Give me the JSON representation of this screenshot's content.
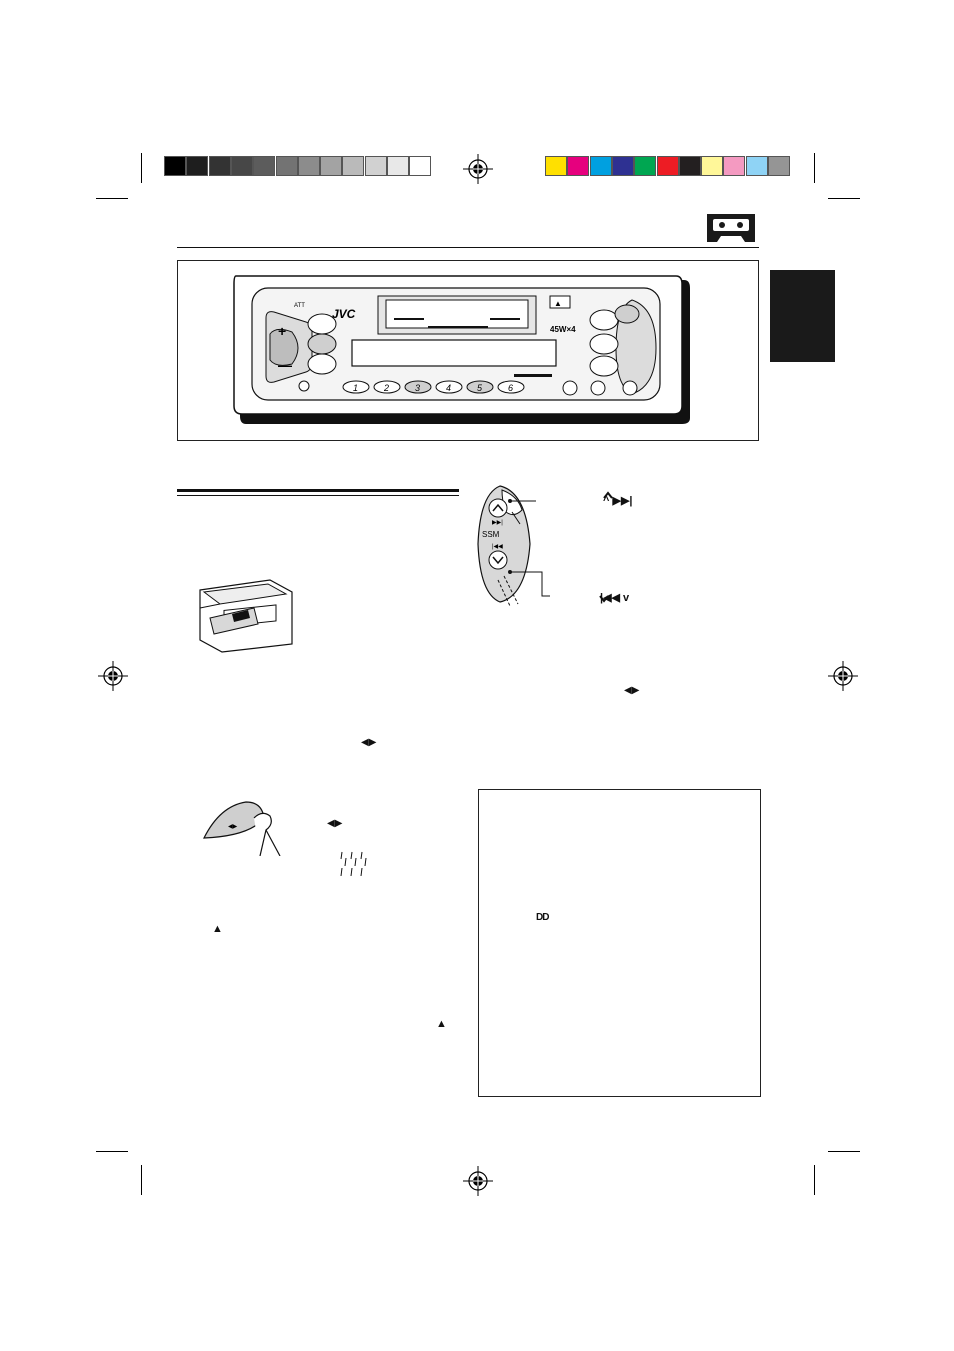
{
  "colors": {
    "grayscale_bar": [
      "#000000",
      "#1e1e1e",
      "#333333",
      "#474747",
      "#5c5c5c",
      "#737373",
      "#8c8c8c",
      "#a3a3a3",
      "#bababa",
      "#d1d1d1",
      "#e8e8e8",
      "#ffffff"
    ],
    "color_bar": [
      "#ffe000",
      "#e6007e",
      "#00a0e0",
      "#2e3192",
      "#00a651",
      "#ed1c24",
      "#231f20",
      "#fff799",
      "#f49ac1",
      "#8fd3f5",
      "#959595"
    ],
    "tab_fill": "#1a1a1a"
  },
  "radio_panel": {
    "brand": "JVC",
    "power_label": "45W×4",
    "preset_buttons": [
      "1",
      "2",
      "3",
      "4",
      "5",
      "6"
    ],
    "att_label": "ATT"
  },
  "seek_diagram": {
    "ssm_label": "SSM",
    "up_callout": "^ ▶▶|",
    "down_callout": "|◀◀ v"
  },
  "symbols": {
    "tape_direction": "◀▶",
    "eject": "▲",
    "dolby": "DD"
  }
}
